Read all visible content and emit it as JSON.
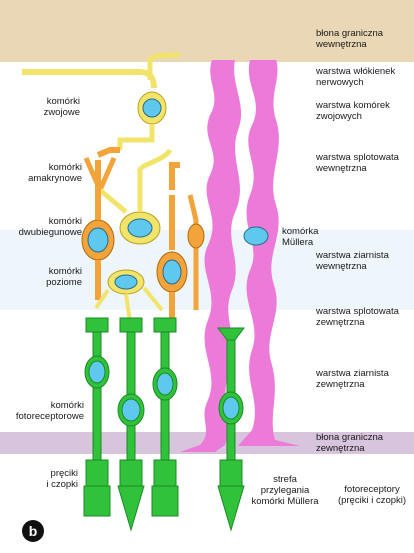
{
  "colors": {
    "ganglion": "#f2e46a",
    "amacrine": "#f2a33a",
    "bipolar": "#f2a33a",
    "horizontal": "#f2e46a",
    "photoreceptor": "#2fc23a",
    "muller": "#ec7ad8",
    "nucleus": "#5fc8ee",
    "band_top": "#e9d7b5",
    "band_bottom": "#d8c4dc",
    "band_light": "#eef6fb"
  },
  "left_labels": {
    "ganglion": "komórki\nzwojowe",
    "amacrine": "komórki\namakrynowe",
    "bipolar": "komórki\ndwubiegunowe",
    "horizontal": "komórki\npoziome",
    "photoreceptor": "komórki\nfotoreceptorowe",
    "rods_cones": "pręciki\ni czopki"
  },
  "inner_labels": {
    "muller": "komórka\nMüllera",
    "contact_zone": "strefa\nprzylegania\nkomórki Müllera",
    "photoreceptors": "fotoreceptory\n(pręciki i czopki)"
  },
  "layers": [
    "błona graniczna\nwewnętrzna",
    "warstwa włókienek\nnerwowych",
    "warstwa komórek\nzwojowych",
    "warstwa splotowata\nwewnętrzna",
    "warstwa ziarnista\nwewnętrzna",
    "warstwa splotowata\nzewnętrzna",
    "warstwa ziarnista\nzewnętrzna",
    "błona graniczna\nzewnętrzna"
  ],
  "panel_letter": "b"
}
